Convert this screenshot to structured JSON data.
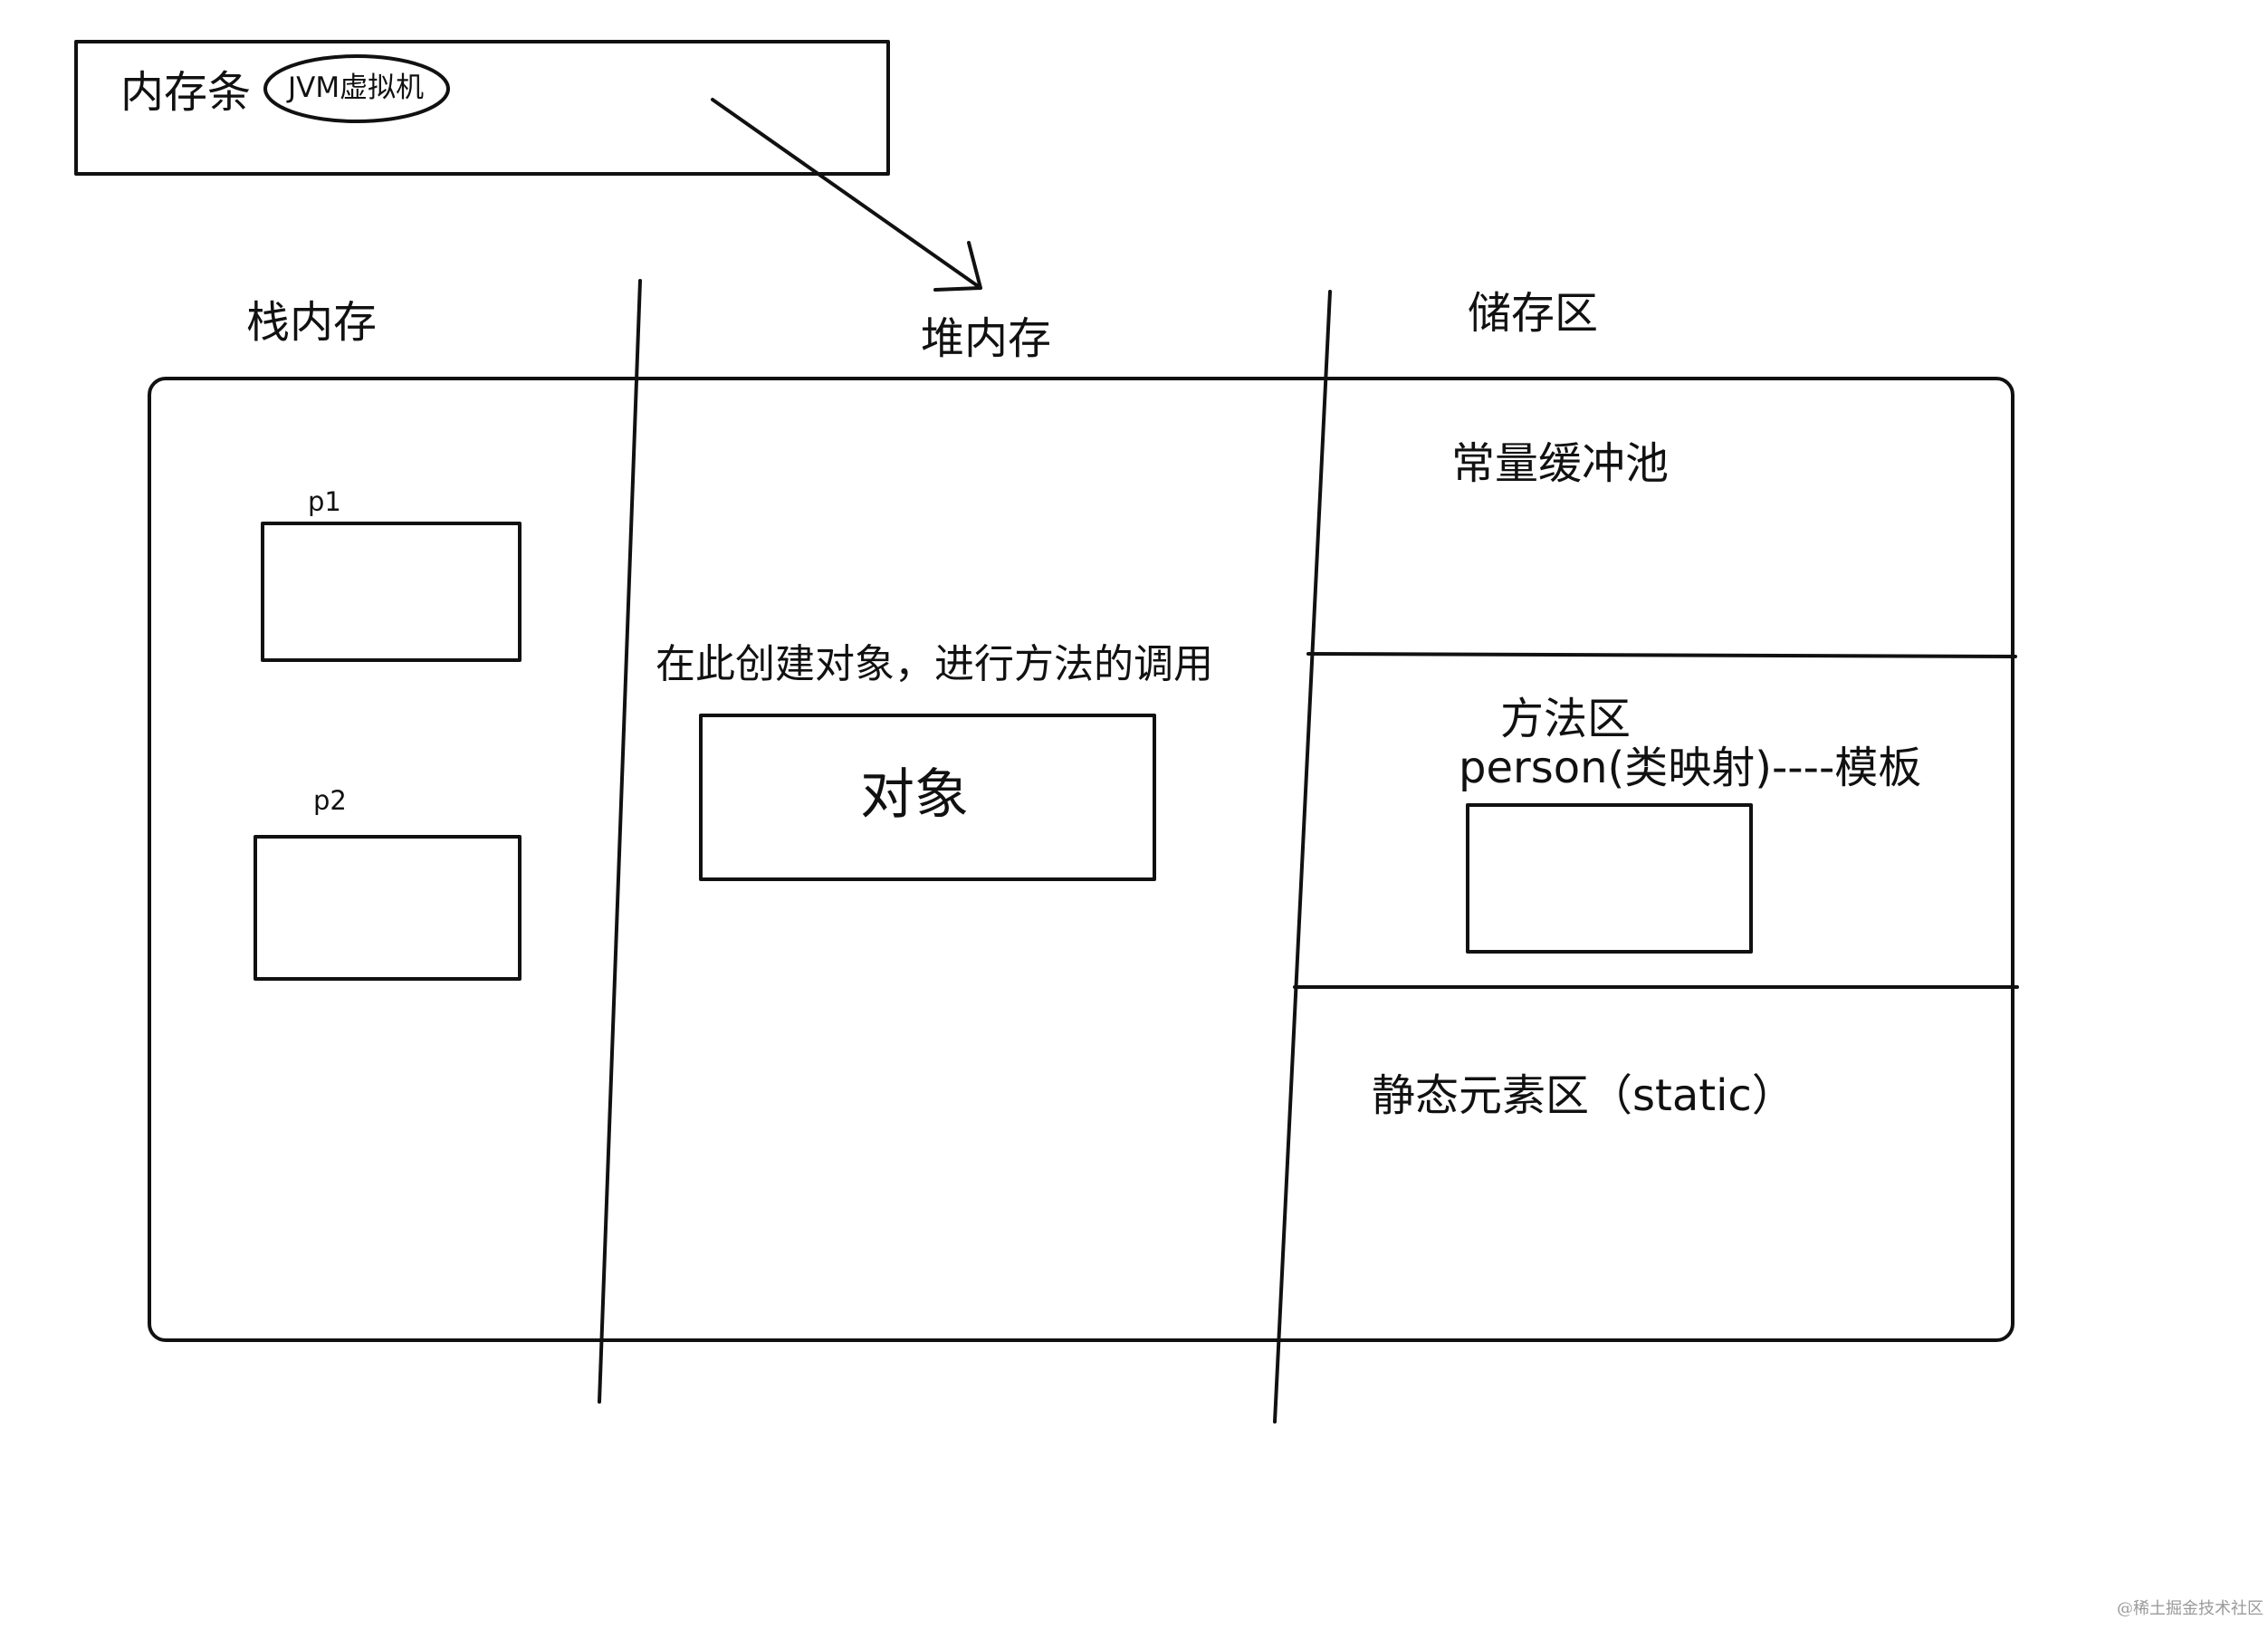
{
  "top_box": {
    "label": "内存条",
    "oval_label": "JVM虚拟机"
  },
  "regions": {
    "stack": {
      "title": "栈内存",
      "refs": [
        "p1",
        "p2"
      ]
    },
    "heap": {
      "title": "堆内存",
      "caption": "在此创建对象，进行方法的调用",
      "object_label": "对象"
    },
    "storage": {
      "title": "储存区",
      "constant_pool": "常量缓冲池",
      "method_area": "方法区",
      "method_area_note": "person(类映射)----模板",
      "static_area": "静态元素区（static）"
    }
  },
  "watermark": "@稀土掘金技术社区"
}
